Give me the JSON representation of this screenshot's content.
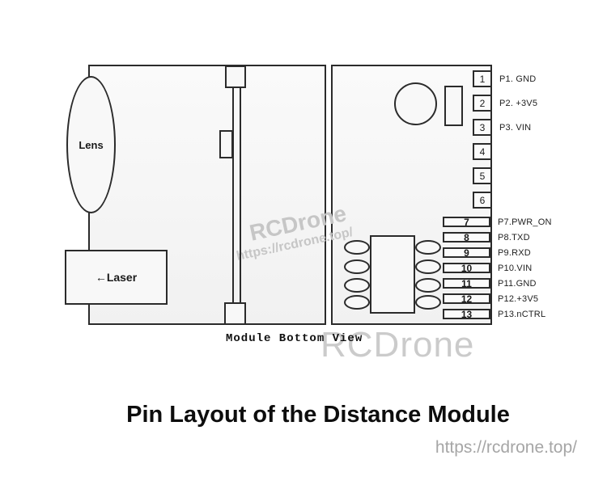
{
  "diagram": {
    "lens_label": "Lens",
    "laser_label": "←Laser",
    "caption": "Module Bottom View",
    "pins_side": [
      {
        "num": "1",
        "label": "P1. GND"
      },
      {
        "num": "2",
        "label": "P2. +3V5"
      },
      {
        "num": "3",
        "label": "P3. VIN"
      },
      {
        "num": "4",
        "label": ""
      },
      {
        "num": "5",
        "label": ""
      },
      {
        "num": "6",
        "label": ""
      }
    ],
    "pins_bottom": [
      {
        "num": "7",
        "label": "P7.PWR_ON"
      },
      {
        "num": "8",
        "label": "P8.TXD"
      },
      {
        "num": "9",
        "label": "P9.RXD"
      },
      {
        "num": "10",
        "label": "P10.VIN"
      },
      {
        "num": "11",
        "label": "P11.GND"
      },
      {
        "num": "12",
        "label": "P12.+3V5"
      },
      {
        "num": "13",
        "label": "P13.nCTRL"
      }
    ]
  },
  "watermarks": {
    "brand_mid": "RCDrone",
    "url_mid": "https://rcdrone.top/",
    "brand_large": "RCDrone"
  },
  "footer": {
    "title": "Pin Layout of the Distance Module",
    "url": "https://rcdrone.top/"
  },
  "colors": {
    "stroke": "#2b2b2b",
    "module_fill": "#f5f5f5",
    "watermark": "#c6c6c6",
    "title_text": "#0d0d0d",
    "footer_url_text": "#a6a6a6"
  }
}
